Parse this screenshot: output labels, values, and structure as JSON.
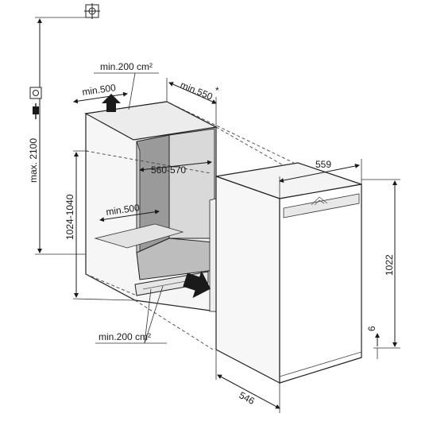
{
  "labels": {
    "vent_top": "min.200 cm²",
    "depth_top": "min.500",
    "depth_right": "min.550",
    "depth_right_mark": "*",
    "max_height": "max. 2100",
    "niche_height": "1024-1040",
    "niche_width": "560-570",
    "inner_depth": "min.500",
    "vent_bottom": "min.200 cm²",
    "appliance_width": "559",
    "appliance_height": "1022",
    "plinth_offset": "6",
    "appliance_depth": "546"
  },
  "icons": {
    "outlet": "power-outlet-icon",
    "plug": "power-plug-icon",
    "water": "water-connection-icon"
  },
  "colors": {
    "line": "#1a1a1a",
    "niche_shade": "#9a9a9a",
    "niche_face": "#f3f3f3",
    "appliance_face": "#ffffff",
    "appliance_side": "#f2f2f2"
  }
}
